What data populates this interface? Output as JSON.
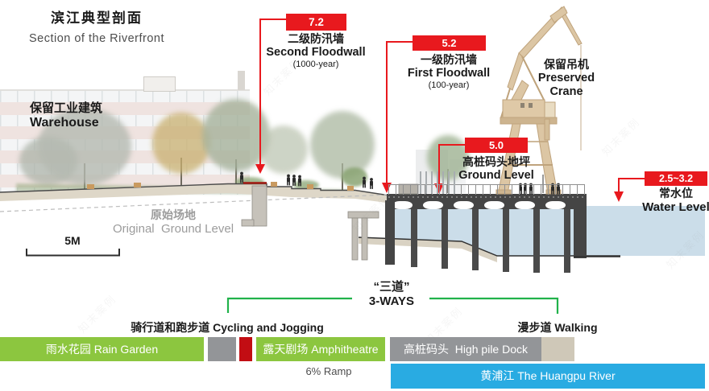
{
  "title": {
    "zh": "滨江典型剖面",
    "en": "Section of the Riverfront"
  },
  "annotations": {
    "warehouse": {
      "zh": "保留工业建筑",
      "en": "Warehouse"
    },
    "second_floodwall": {
      "elevation": "7.2",
      "zh": "二级防汛墙",
      "en": "Second Floodwall",
      "period": "(1000-year)"
    },
    "first_floodwall": {
      "elevation": "5.2",
      "zh": "一级防汛墙",
      "en": "First Floodwall",
      "period": "(100-year)"
    },
    "dock_ground": {
      "elevation": "5.0",
      "zh": "高桩码头地坪",
      "en": "Ground Level"
    },
    "water_level": {
      "elevation": "2.5~3.2",
      "zh": "常水位",
      "en": "Water Level"
    },
    "preserved_crane": {
      "zh": "保留吊机",
      "en_line1": "Preserved",
      "en_line2": "Crane"
    },
    "original_ground": {
      "zh": "原始场地",
      "en": "Original  Ground Level"
    },
    "scale_bar": "5M"
  },
  "legend": {
    "heading": {
      "zh": "“三道”",
      "en": "3-WAYS"
    },
    "cycling_jogging": "骑行道和跑步道 Cycling and Jogging",
    "walking": "漫步道 Walking",
    "ramp": "6% Ramp",
    "bars": {
      "rain_garden": "雨水花园 Rain Garden",
      "amphitheatre": "露天剧场 Amphitheatre",
      "high_pile_dock": "高桩码头  High pile Dock",
      "huangpu_river": "黄浦江 The Huangpu River"
    }
  },
  "colors": {
    "accent_red": "#e8191e",
    "bar_green": "#8cc63f",
    "bar_gray": "#939598",
    "bar_red": "#c20d13",
    "bar_tan": "#cfc8b8",
    "bar_blue": "#29abe2",
    "bracket_green": "#21b24b",
    "water_blue": "#cbdde9"
  },
  "watermark": "知末案例"
}
